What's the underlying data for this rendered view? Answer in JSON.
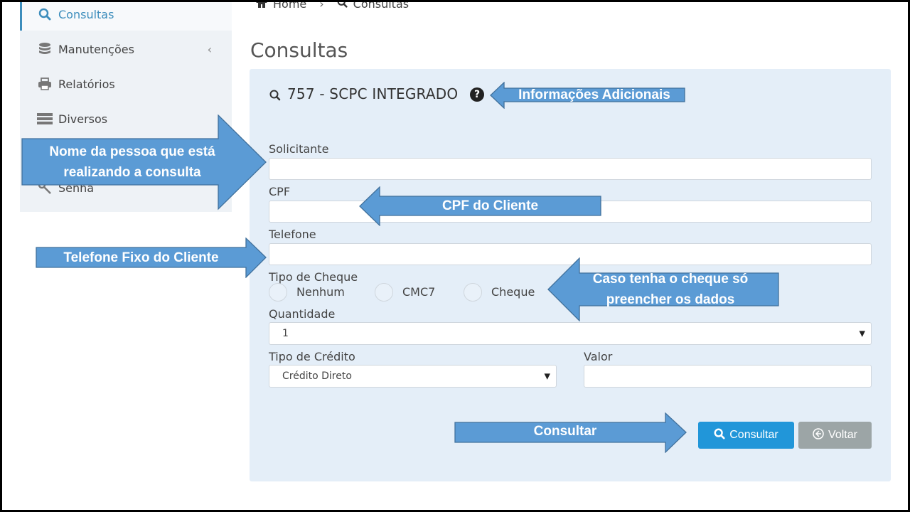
{
  "sidebar": {
    "items": [
      {
        "label": "Consultas",
        "icon": "search-icon"
      },
      {
        "label": "Manutenções",
        "icon": "database-icon"
      },
      {
        "label": "Relatórios",
        "icon": "printer-icon"
      },
      {
        "label": "Diversos",
        "icon": "server-icon"
      },
      {
        "label": "Senha",
        "icon": "key-icon"
      }
    ]
  },
  "breadcrumb": {
    "home": "Home",
    "current": "Consultas"
  },
  "page": {
    "title": "Consultas"
  },
  "panel": {
    "title": "757 - SCPC INTEGRADO",
    "help_icon": "?",
    "fields": {
      "solicitante": {
        "label": "Solicitante",
        "value": ""
      },
      "cpf": {
        "label": "CPF",
        "value": ""
      },
      "telefone": {
        "label": "Telefone",
        "value": ""
      },
      "tipo_cheque": {
        "label": "Tipo de Cheque",
        "options": [
          "Nenhum",
          "CMC7",
          "Cheque"
        ]
      },
      "quantidade": {
        "label": "Quantidade",
        "value": "1"
      },
      "tipo_credito": {
        "label": "Tipo de Crédito",
        "value": "Crédito Direto"
      },
      "valor": {
        "label": "Valor",
        "value": ""
      }
    },
    "buttons": {
      "consultar": "Consultar",
      "voltar": "Voltar"
    }
  },
  "annotations": {
    "info": "Informações Adicionais",
    "nome_line1": "Nome da pessoa que está",
    "nome_line2": "realizando a consulta",
    "cpf": "CPF do Cliente",
    "telefone": "Telefone Fixo do Cliente",
    "cheque_line1": "Caso tenha o cheque só",
    "cheque_line2": "preencher os dados",
    "consultar": "Consultar"
  },
  "colors": {
    "arrow_fill": "#5b9bd5",
    "arrow_stroke": "#41719c",
    "panel_bg": "#e4eef8",
    "primary_button": "#2196d9",
    "secondary_button": "#9ca5a6"
  }
}
